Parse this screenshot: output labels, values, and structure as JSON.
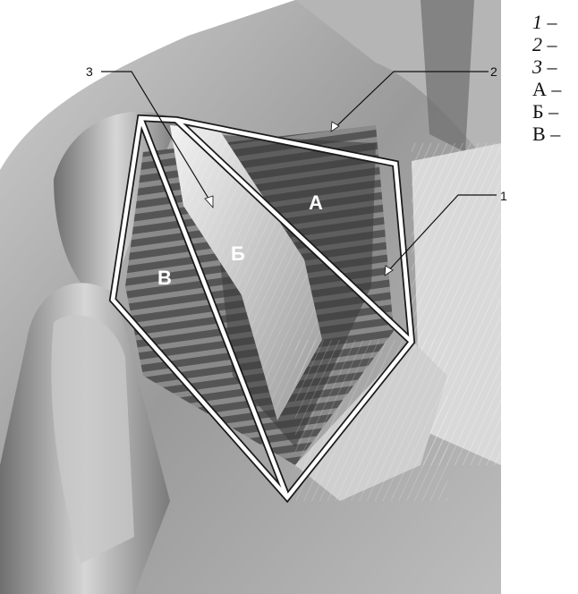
{
  "legend": [
    {
      "key": "1",
      "italic": true,
      "dash": "–"
    },
    {
      "key": "2",
      "italic": true,
      "dash": "–"
    },
    {
      "key": "3",
      "italic": true,
      "dash": "–"
    },
    {
      "key": "А",
      "italic": false,
      "dash": "–"
    },
    {
      "key": "Б",
      "italic": false,
      "dash": "–"
    },
    {
      "key": "В",
      "italic": false,
      "dash": "–"
    }
  ],
  "pointer_labels": {
    "one": "1",
    "two": "2",
    "three": "3"
  },
  "zone_labels": {
    "a": "А",
    "b": "Б",
    "v": "В"
  },
  "colors": {
    "outline": "#ffffff",
    "outline_shadow": "#1a1a1a",
    "background": "#ffffff"
  }
}
